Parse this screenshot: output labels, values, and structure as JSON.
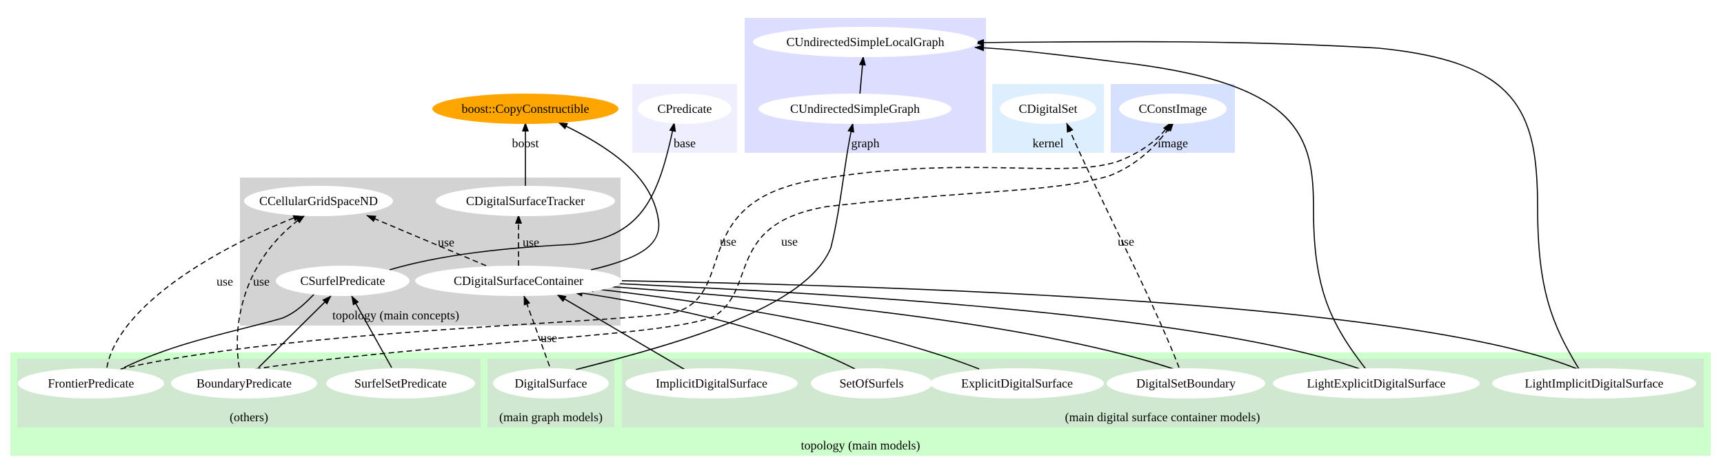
{
  "colors": {
    "background": "#ffffff",
    "node_fill": "#ffffff",
    "highlight_node": "#ffa500",
    "edge": "#000000"
  },
  "clusters": [
    {
      "id": "base",
      "label": "base",
      "fill": "#eeeeff"
    },
    {
      "id": "graph",
      "label": "graph",
      "fill": "#ddddff"
    },
    {
      "id": "kernel",
      "label": "kernel",
      "fill": "#ddeeff"
    },
    {
      "id": "image",
      "label": "image",
      "fill": "#d6e0ff"
    },
    {
      "id": "topology_concepts",
      "label": "topology (main concepts)",
      "fill": "#d3d3d3"
    },
    {
      "id": "topology_models",
      "label": "topology (main models)",
      "fill": "#ccffcc"
    },
    {
      "id": "others",
      "label": "(others)",
      "fill": "#d0e8d0"
    },
    {
      "id": "graph_models",
      "label": "(main graph models)",
      "fill": "#d0e8d0"
    },
    {
      "id": "container_models",
      "label": "(main digital surface container models)",
      "fill": "#d0e8d0"
    }
  ],
  "nodes": [
    {
      "id": "CUndirectedSimpleLocalGraph",
      "label": "CUndirectedSimpleLocalGraph"
    },
    {
      "id": "CUndirectedSimpleGraph",
      "label": "CUndirectedSimpleGraph"
    },
    {
      "id": "CPredicate",
      "label": "CPredicate"
    },
    {
      "id": "CDigitalSet",
      "label": "CDigitalSet"
    },
    {
      "id": "CConstImage",
      "label": "CConstImage"
    },
    {
      "id": "CopyConstructible",
      "label": "boost::CopyConstructible",
      "highlight": true
    },
    {
      "id": "CCellularGridSpaceND",
      "label": "CCellularGridSpaceND"
    },
    {
      "id": "CDigitalSurfaceTracker",
      "label": "CDigitalSurfaceTracker"
    },
    {
      "id": "CSurfelPredicate",
      "label": "CSurfelPredicate"
    },
    {
      "id": "CDigitalSurfaceContainer",
      "label": "CDigitalSurfaceContainer"
    },
    {
      "id": "FrontierPredicate",
      "label": "FrontierPredicate"
    },
    {
      "id": "BoundaryPredicate",
      "label": "BoundaryPredicate"
    },
    {
      "id": "SurfelSetPredicate",
      "label": "SurfelSetPredicate"
    },
    {
      "id": "DigitalSurface",
      "label": "DigitalSurface"
    },
    {
      "id": "ImplicitDigitalSurface",
      "label": "ImplicitDigitalSurface"
    },
    {
      "id": "SetOfSurfels",
      "label": "SetOfSurfels"
    },
    {
      "id": "ExplicitDigitalSurface",
      "label": "ExplicitDigitalSurface"
    },
    {
      "id": "DigitalSetBoundary",
      "label": "DigitalSetBoundary"
    },
    {
      "id": "LightExplicitDigitalSurface",
      "label": "LightExplicitDigitalSurface"
    },
    {
      "id": "LightImplicitDigitalSurface",
      "label": "LightImplicitDigitalSurface"
    }
  ],
  "edges": [
    {
      "from": "CUndirectedSimpleGraph",
      "to": "CUndirectedSimpleLocalGraph",
      "style": "solid",
      "label": ""
    },
    {
      "from": "CDigitalSurfaceTracker",
      "to": "CopyConstructible",
      "style": "solid",
      "label": "boost"
    },
    {
      "from": "CDigitalSurfaceContainer",
      "to": "CopyConstructible",
      "style": "solid",
      "label": ""
    },
    {
      "from": "CSurfelPredicate",
      "to": "CPredicate",
      "style": "solid",
      "label": ""
    },
    {
      "from": "CDigitalSurfaceContainer",
      "to": "CCellularGridSpaceND",
      "style": "dashed",
      "label": "use"
    },
    {
      "from": "CDigitalSurfaceContainer",
      "to": "CDigitalSurfaceTracker",
      "style": "dashed",
      "label": "use"
    },
    {
      "from": "FrontierPredicate",
      "to": "CCellularGridSpaceND",
      "style": "dashed",
      "label": "use"
    },
    {
      "from": "BoundaryPredicate",
      "to": "CCellularGridSpaceND",
      "style": "dashed",
      "label": "use"
    },
    {
      "from": "FrontierPredicate",
      "to": "CConstImage",
      "style": "dashed",
      "label": "use"
    },
    {
      "from": "BoundaryPredicate",
      "to": "CConstImage",
      "style": "dashed",
      "label": "use"
    },
    {
      "from": "FrontierPredicate",
      "to": "CSurfelPredicate",
      "style": "solid",
      "label": ""
    },
    {
      "from": "BoundaryPredicate",
      "to": "CSurfelPredicate",
      "style": "solid",
      "label": ""
    },
    {
      "from": "SurfelSetPredicate",
      "to": "CSurfelPredicate",
      "style": "solid",
      "label": ""
    },
    {
      "from": "DigitalSurface",
      "to": "CUndirectedSimpleGraph",
      "style": "solid",
      "label": ""
    },
    {
      "from": "DigitalSurface",
      "to": "CDigitalSurfaceContainer",
      "style": "dashed",
      "label": "use"
    },
    {
      "from": "ImplicitDigitalSurface",
      "to": "CDigitalSurfaceContainer",
      "style": "solid",
      "label": ""
    },
    {
      "from": "SetOfSurfels",
      "to": "CDigitalSurfaceContainer",
      "style": "solid",
      "label": ""
    },
    {
      "from": "ExplicitDigitalSurface",
      "to": "CDigitalSurfaceContainer",
      "style": "solid",
      "label": ""
    },
    {
      "from": "DigitalSetBoundary",
      "to": "CDigitalSurfaceContainer",
      "style": "solid",
      "label": ""
    },
    {
      "from": "LightExplicitDigitalSurface",
      "to": "CDigitalSurfaceContainer",
      "style": "solid",
      "label": ""
    },
    {
      "from": "LightImplicitDigitalSurface",
      "to": "CDigitalSurfaceContainer",
      "style": "solid",
      "label": ""
    },
    {
      "from": "DigitalSetBoundary",
      "to": "CDigitalSet",
      "style": "dashed",
      "label": "use"
    },
    {
      "from": "LightExplicitDigitalSurface",
      "to": "CUndirectedSimpleLocalGraph",
      "style": "solid",
      "label": ""
    },
    {
      "from": "LightImplicitDigitalSurface",
      "to": "CUndirectedSimpleLocalGraph",
      "style": "solid",
      "label": ""
    }
  ]
}
